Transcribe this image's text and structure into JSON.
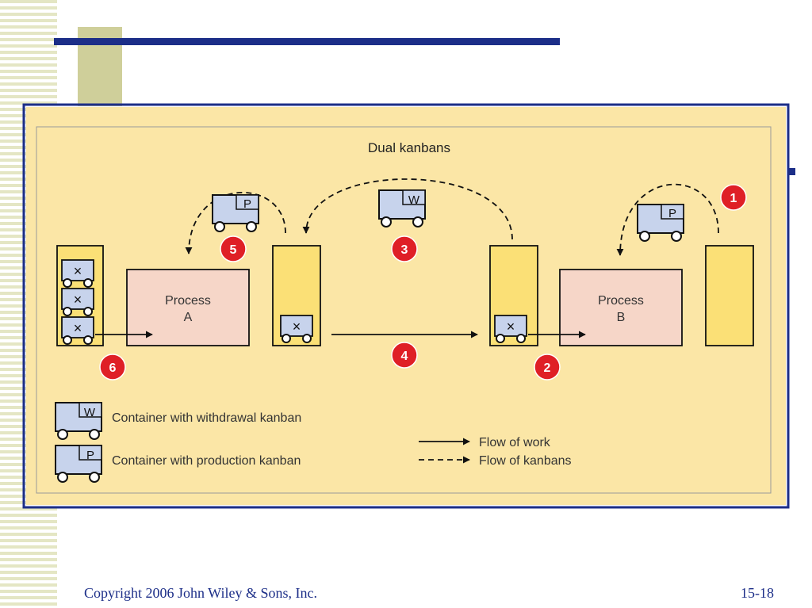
{
  "diagram": {
    "title": "Dual kanbans",
    "process_a_line1": "Process",
    "process_a_line2": "A",
    "process_b_line1": "Process",
    "process_b_line2": "B",
    "steps": [
      "1",
      "2",
      "3",
      "4",
      "5",
      "6"
    ],
    "kanban_letters": {
      "withdrawal": "W",
      "production": "P",
      "x": "×"
    }
  },
  "legend": {
    "withdrawal": "Container with withdrawal kanban",
    "production": "Container with production kanban",
    "work": "Flow of work",
    "kanbans": "Flow of kanbans"
  },
  "footer": {
    "copyright": "Copyright 2006 John Wiley & Sons, Inc.",
    "page": "15-18"
  },
  "colors": {
    "frame": "#1c2e88",
    "panel": "#fbe6a6",
    "process": "#f6d6c8",
    "storage": "#fbe076",
    "badge": "#df1f26",
    "container": "#c7d3ec"
  }
}
